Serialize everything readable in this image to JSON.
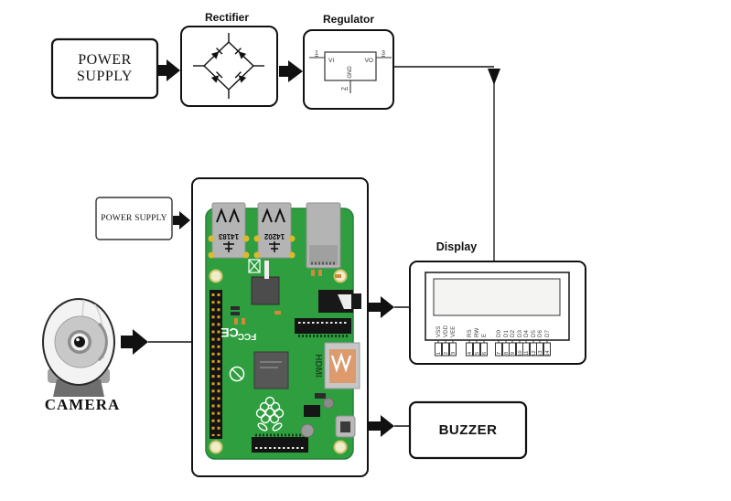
{
  "colors": {
    "line": "#111111",
    "board_green": "#2f9e3f",
    "board_edge": "#23813a",
    "port_gray": "#b4b4b4",
    "hdmi_copper": "#dd9a6d",
    "gpio_gold": "#d4a021",
    "pad_yellow": "#d9b832",
    "hole_cream": "#eeeccb"
  },
  "power_supply_main": {
    "label": "POWER SUPPLY"
  },
  "rectifier": {
    "caption": "Rectifier"
  },
  "regulator": {
    "caption": "Regulator",
    "vi": "VI",
    "vo": "VO",
    "gnd": "GND",
    "pin1": "1",
    "pin2": "2",
    "pin3": "3"
  },
  "power_supply_small": {
    "label": "POWER SUPPLY"
  },
  "camera": {
    "label": "CAMERA"
  },
  "raspberry_pi": {
    "usb1_marking": "14183",
    "usb2_marking": "14202",
    "hdmi_label": "HDMI",
    "ce_mark": "CE",
    "fcc_mark": "FCC"
  },
  "display": {
    "caption": "Display",
    "pin_labels": [
      "VSS",
      "VDD",
      "VEE",
      "RS",
      "RW",
      "E",
      "D0",
      "D1",
      "D2",
      "D3",
      "D4",
      "D5",
      "D6",
      "D7"
    ],
    "pin_numbers": [
      "1",
      "2",
      "3",
      "4",
      "5",
      "6",
      "7",
      "8",
      "9",
      "10",
      "11",
      "12",
      "13",
      "14"
    ]
  },
  "buzzer": {
    "label": "BUZZER"
  }
}
